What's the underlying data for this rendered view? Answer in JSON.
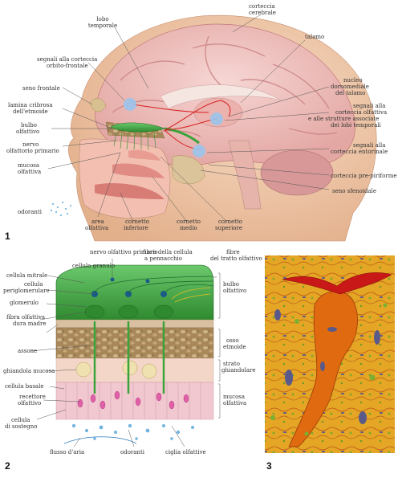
{
  "panel1": {
    "number": "1",
    "labels": {
      "corteccia_cerebrale": [
        "corteccia",
        "cerebrale"
      ],
      "lobo_temporale": [
        "lobo",
        "temporale"
      ],
      "talamo": [
        "talamo"
      ],
      "segnali_orbito": [
        "segnali alla corteccia",
        "orbito-frontale"
      ],
      "seno_frontale": [
        "seno frontale"
      ],
      "lamina_cribrosa": [
        "lamina cribrosa",
        "dell'etmoide"
      ],
      "bulbo_olfattivo": [
        "bulbo",
        "olfattivo"
      ],
      "nervo_olfattorio": [
        "nervo",
        "olfattorio primario"
      ],
      "mucosa_olfattiva": [
        "mucosa",
        "olfattiva"
      ],
      "odoranti": [
        "odoranti"
      ],
      "area_olfattiva": [
        "area",
        "olfattiva"
      ],
      "cornetto_inferiore": [
        "cornetto",
        "inferiore"
      ],
      "cornetto_medio": [
        "cornetto",
        "medio"
      ],
      "cornetto_superiore": [
        "cornetto",
        "superiore"
      ],
      "nucleo_dorsomediale": [
        "nucleo",
        "dorsomediale",
        "del talamo"
      ],
      "segnali_corteccia_olfattiva": [
        "segnali alla",
        "corteccia olfattiva",
        "e alle strutture associate",
        "dei lobi temporali"
      ],
      "segnali_entorinale": [
        "segnali alla",
        "corteccia entorinale"
      ],
      "corteccia_pre_piriforme": [
        "corteccia pre-piriforme"
      ],
      "seno_sfenoidale": [
        "seno sfenoidale"
      ]
    }
  },
  "panel2": {
    "number": "2",
    "labels": {
      "nervo_olfattivo_primario": [
        "nervo olfattivo primario"
      ],
      "cellula_granulo": [
        "cellula granulo"
      ],
      "fibre_cellula_pennacchio": [
        "fibre della cellula",
        "a pennacchio"
      ],
      "fibre_tratto": [
        "fibre",
        "del tratto olfattivo"
      ],
      "cellula_mitrale": [
        "cellula mitrale"
      ],
      "cellula_periglomerulare": [
        "cellula",
        "periglomerulare"
      ],
      "glomerulo": [
        "glomerulo"
      ],
      "fibra_olfattiva": [
        "fibra olfattiva",
        "dura madre"
      ],
      "assone": [
        "assone"
      ],
      "ghiandola_mucosa": [
        "ghiandola mucosa"
      ],
      "cellula_basale": [
        "cellula basale"
      ],
      "recettore_olfattivo": [
        "recettore",
        "olfattivo"
      ],
      "cellula_sostegno": [
        "cellula",
        "di sostegno"
      ],
      "flusso_aria": [
        "flusso d'aria"
      ],
      "odoranti": [
        "odoranti"
      ],
      "ciglia_olfattive": [
        "ciglia olfattive"
      ],
      "bulbo_olfattivo": [
        "bulbo",
        "olfattivo"
      ],
      "osso_etmoide": [
        "osso",
        "etmoide"
      ],
      "strato_ghiandolare": [
        "strato",
        "ghiandolare"
      ],
      "mucosa_olfattiva": [
        "mucosa",
        "olfattiva"
      ]
    }
  },
  "panel3": {
    "number": "3"
  },
  "colors": {
    "brain": "#f0c4c4",
    "skin": "#f2c9a8",
    "bulb_green": "#3aa33a",
    "bone": "#b89868",
    "mucosa": "#e8c0d0",
    "signal_blue": "#9ac4ec",
    "pathway_red": "#d62020",
    "micro_bg": "#e2a020",
    "micro_cell": "#e06a10"
  }
}
